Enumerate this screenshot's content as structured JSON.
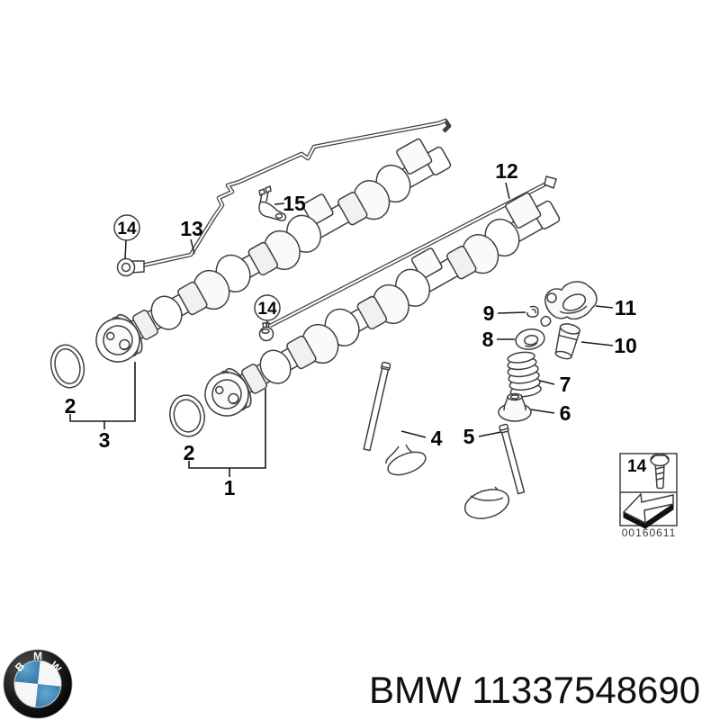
{
  "diagram": {
    "callouts": {
      "1": "1",
      "2": "2",
      "3": "3",
      "4": "4",
      "5": "5",
      "6": "6",
      "7": "7",
      "8": "8",
      "9": "9",
      "10": "10",
      "11": "11",
      "12": "12",
      "13": "13",
      "14": "14",
      "15": "15"
    },
    "legend": {
      "number": "14",
      "image_code": "00160611"
    }
  },
  "footer": {
    "logo": {
      "letters": {
        "b": "B",
        "m": "M",
        "w": "W"
      }
    },
    "part_text": "BMW 11337548690"
  },
  "colors": {
    "line": "#3f3f3f",
    "label": "#060606",
    "logo_blue": "#4a90c4",
    "logo_ring": "#1a1a1a",
    "background": "#ffffff"
  }
}
